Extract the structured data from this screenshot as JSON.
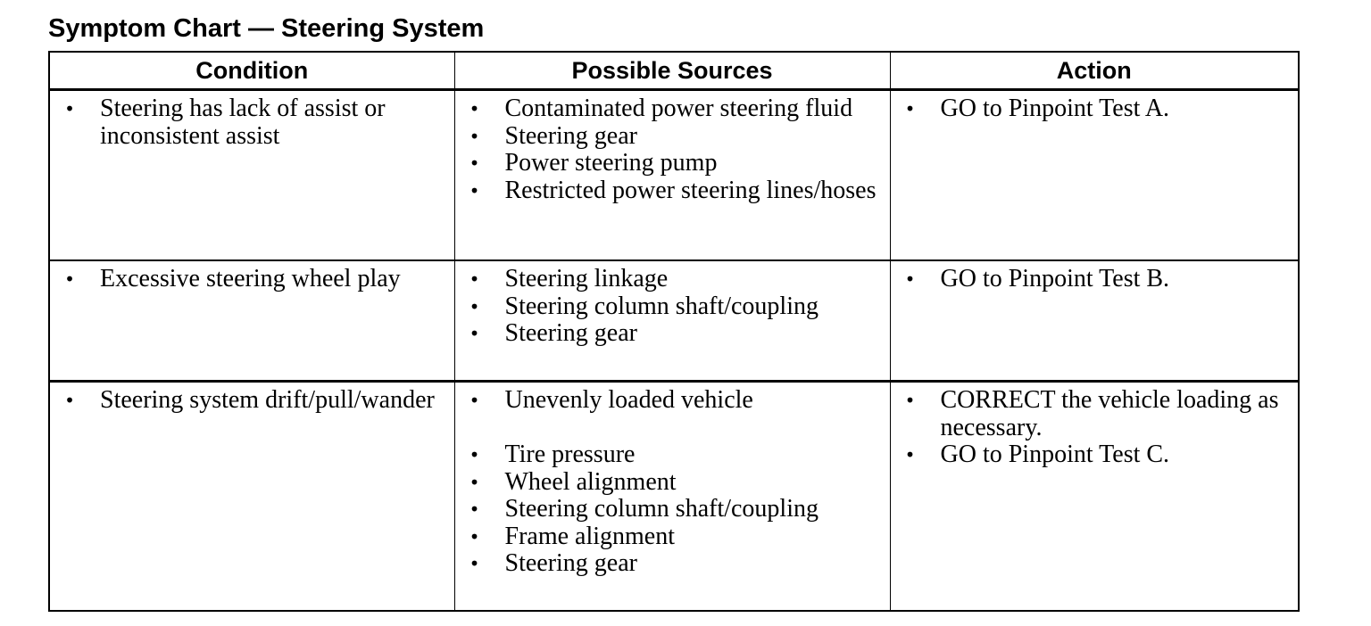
{
  "title": "Symptom Chart — Steering System",
  "headers": {
    "condition": "Condition",
    "sources": "Possible Sources",
    "action": "Action"
  },
  "bullet": "•",
  "rows": [
    {
      "condition": [
        "Steering has lack of assist or inconsistent assist"
      ],
      "sources": [
        "Contaminated power steering fluid",
        "Steering gear",
        "Power steering pump",
        "Restricted power steering lines/hoses"
      ],
      "action": [
        "GO to Pinpoint Test A."
      ]
    },
    {
      "condition": [
        "Excessive steering wheel play"
      ],
      "sources": [
        "Steering linkage",
        "Steering column shaft/coupling",
        "Steering gear"
      ],
      "action": [
        "GO to Pinpoint Test B."
      ]
    },
    {
      "condition": [
        "Steering system drift/pull/wander"
      ],
      "sources": [
        "Unevenly loaded vehicle",
        "Tire pressure",
        "Wheel alignment",
        "Steering column shaft/coupling",
        "Frame alignment",
        "Steering gear"
      ],
      "action": [
        "CORRECT the vehicle loading as necessary.",
        "GO to Pinpoint Test C."
      ]
    }
  ]
}
